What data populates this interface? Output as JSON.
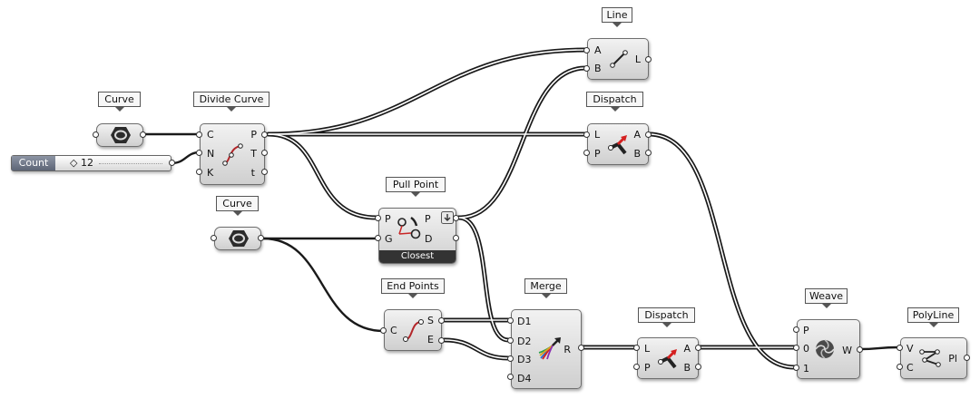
{
  "labels": {
    "curve_1": "Curve",
    "curve_2": "Curve",
    "divide_curve": "Divide Curve",
    "line": "Line",
    "dispatch_1": "Dispatch",
    "pull_point": "Pull Point",
    "end_points": "End Points",
    "merge": "Merge",
    "dispatch_2": "Dispatch",
    "weave": "Weave",
    "polyline": "PolyLine"
  },
  "slider": {
    "name": "Count",
    "value": "◇ 12"
  },
  "divide": {
    "in": [
      "C",
      "N",
      "K"
    ],
    "out": [
      "P",
      "T",
      "t"
    ]
  },
  "line": {
    "in": [
      "A",
      "B"
    ],
    "out": [
      "L"
    ]
  },
  "dispatch_1": {
    "in": [
      "L",
      "P"
    ],
    "out": [
      "A",
      "B"
    ]
  },
  "pull": {
    "in": [
      "P",
      "G"
    ],
    "out": [
      "P",
      "D"
    ],
    "mode": "Closest"
  },
  "endpoints": {
    "in": [
      "C"
    ],
    "out": [
      "S",
      "E"
    ]
  },
  "merge": {
    "in": [
      "D1",
      "D2",
      "D3",
      "D4"
    ],
    "out": [
      "R"
    ]
  },
  "dispatch_2": {
    "in": [
      "L",
      "P"
    ],
    "out": [
      "A",
      "B"
    ]
  },
  "weave": {
    "in": [
      "P",
      "0",
      "1"
    ],
    "out": [
      "W"
    ]
  },
  "polyline": {
    "in": [
      "V",
      "C"
    ],
    "out": [
      "Pl"
    ]
  },
  "colors": {
    "canvas": "#ffffff",
    "component": "#dcdcdc",
    "wire": "#1a1a1a",
    "footer": "#333333",
    "slider_name": "#6b7384"
  }
}
